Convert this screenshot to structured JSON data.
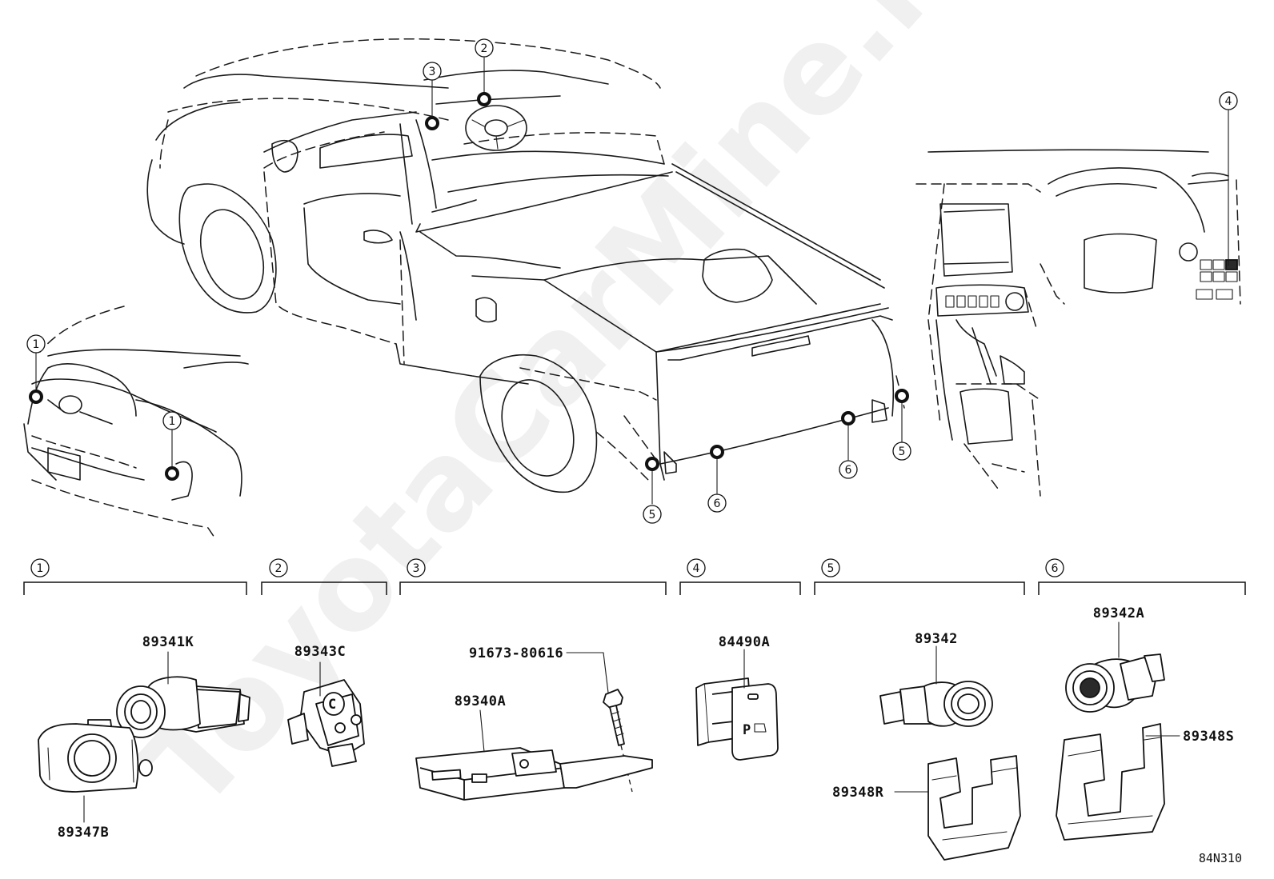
{
  "watermark": "ToyotaCarMine.ru",
  "diagram_code": "84N310",
  "callouts": {
    "c1": "1",
    "c2": "2",
    "c3": "3",
    "c4": "4",
    "c5": "5",
    "c6": "6"
  },
  "groups": [
    {
      "number": "1",
      "parts": [
        "89341K",
        "89347B"
      ]
    },
    {
      "number": "2",
      "parts": [
        "89343C"
      ]
    },
    {
      "number": "3",
      "parts": [
        "91673-80616",
        "89340A"
      ]
    },
    {
      "number": "4",
      "parts": [
        "84490A"
      ]
    },
    {
      "number": "5",
      "parts": [
        "89342",
        "89348R"
      ]
    },
    {
      "number": "6",
      "parts": [
        "89342A",
        "89348S"
      ]
    }
  ]
}
